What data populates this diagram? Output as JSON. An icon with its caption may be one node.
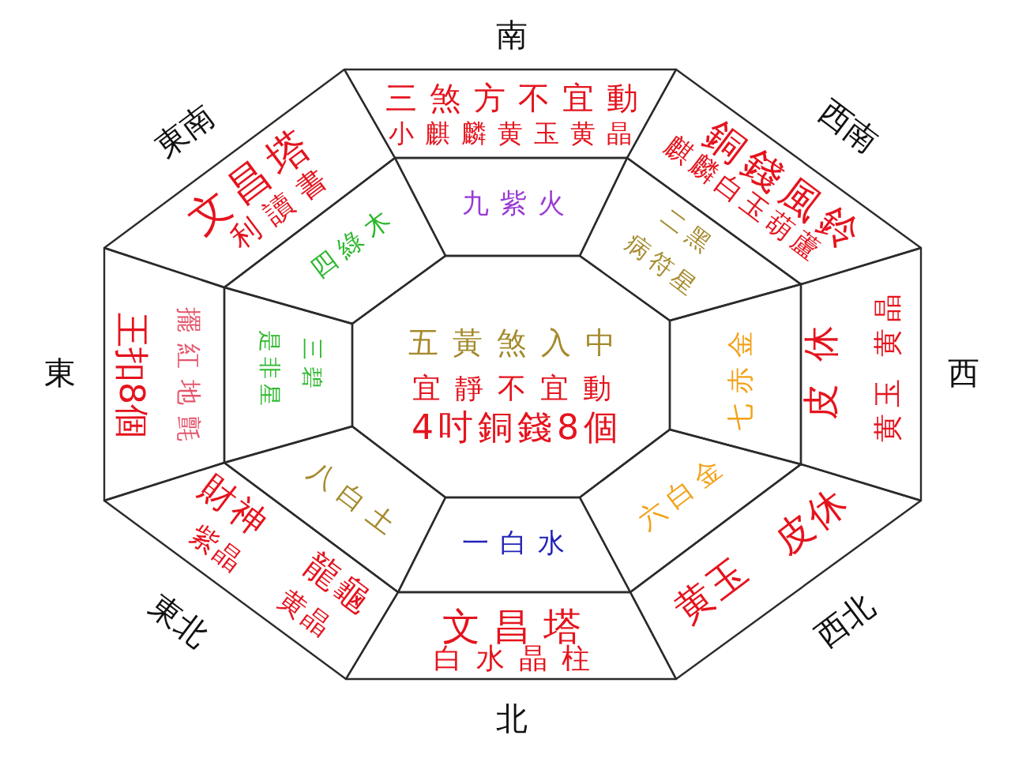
{
  "diagram": {
    "nodes": [
      {
        "text": [
          "三煞方不宜動",
          "小麒麟黄玉黄晶"
        ],
        "beside": [
          "南"
        ]
      },
      {
        "text": [
          "文昌塔",
          "利讀書"
        ],
        "beside": [
          "東南"
        ]
      },
      {
        "text": [
          "銅錢風鈴",
          "麒麟白玉葫蘆"
        ],
        "beside": [
          "西南"
        ]
      },
      {
        "text": [
          "九紫火"
        ]
      },
      {
        "text": [
          "四綠木"
        ]
      },
      {
        "text": [
          "二黑",
          "病符星"
        ]
      },
      {
        "text": [
          "擺紅地氈",
          "王扣8個"
        ],
        "beside": [
          "東"
        ]
      },
      {
        "text": [
          "三碧",
          "是非星"
        ]
      },
      {
        "text": [
          "五黃煞入中",
          "宜靜不宜動",
          "4吋銅錢8個"
        ]
      },
      {
        "text": [
          "七赤金"
        ]
      },
      {
        "text": [
          "皮休",
          "黄玉 黄晶"
        ],
        "beside": [
          "西"
        ]
      },
      {
        "text": [
          "八白土"
        ]
      },
      {
        "text": [
          "六白金"
        ]
      },
      {
        "text": [
          "一白水"
        ]
      },
      {
        "text": [
          "財神",
          "龍龜",
          "紫晶",
          "黄晶"
        ],
        "beside": [
          "東北"
        ]
      },
      {
        "text": [
          "黄玉",
          "皮休"
        ],
        "beside": [
          "西北"
        ]
      },
      {
        "text": [
          "文昌塔",
          "白水晶柱"
        ],
        "beside": [
          "北"
        ]
      }
    ]
  }
}
